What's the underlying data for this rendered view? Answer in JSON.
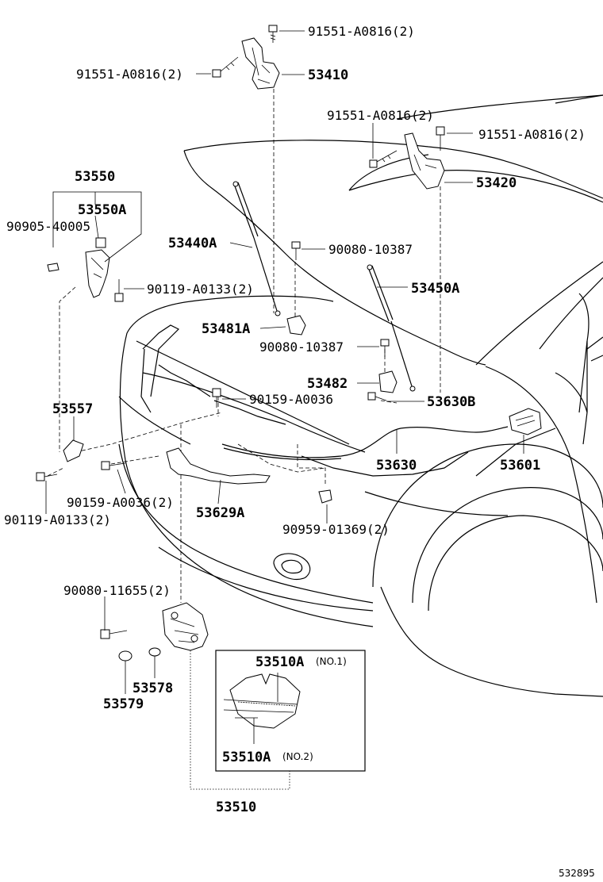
{
  "labels": {
    "bolt_top": "91551-A0816(2)",
    "bolt_top_left": "91551-A0816(2)",
    "hinge_left": "53410",
    "bolt_right_a": "91551-A0816(2)",
    "bolt_right_b": "91551-A0816(2)",
    "hinge_right": "53420",
    "support_assy": "53550",
    "support_a": "53550A",
    "cushion": "90905-40005",
    "stay_left": "53440A",
    "screw_stay": "90080-10387",
    "bolt_support": "90119-A0133(2)",
    "stay_right": "53450A",
    "bracket_left": "53481A",
    "screw_bracket": "90080-10387",
    "bracket_right": "53482",
    "cable_b": "53630B",
    "guide": "53557",
    "bolt_guide": "90159-A0036",
    "bolt_lower_a": "90159-A0036(2)",
    "cable": "53630",
    "lever": "53601",
    "bolt_lower_b": "90119-A0133(2)",
    "lock_support": "53629A",
    "clip": "90959-01369(2)",
    "bolt_lock": "90080-11655(2)",
    "bush": "53578",
    "cushion_lock": "53579",
    "lock_sub_1": "53510A",
    "lock_sub_1_no": "(NO.1)",
    "lock_sub_2": "53510A",
    "lock_sub_2_no": "(NO.2)",
    "lock_assy": "53510",
    "diagram_id": "532895"
  }
}
